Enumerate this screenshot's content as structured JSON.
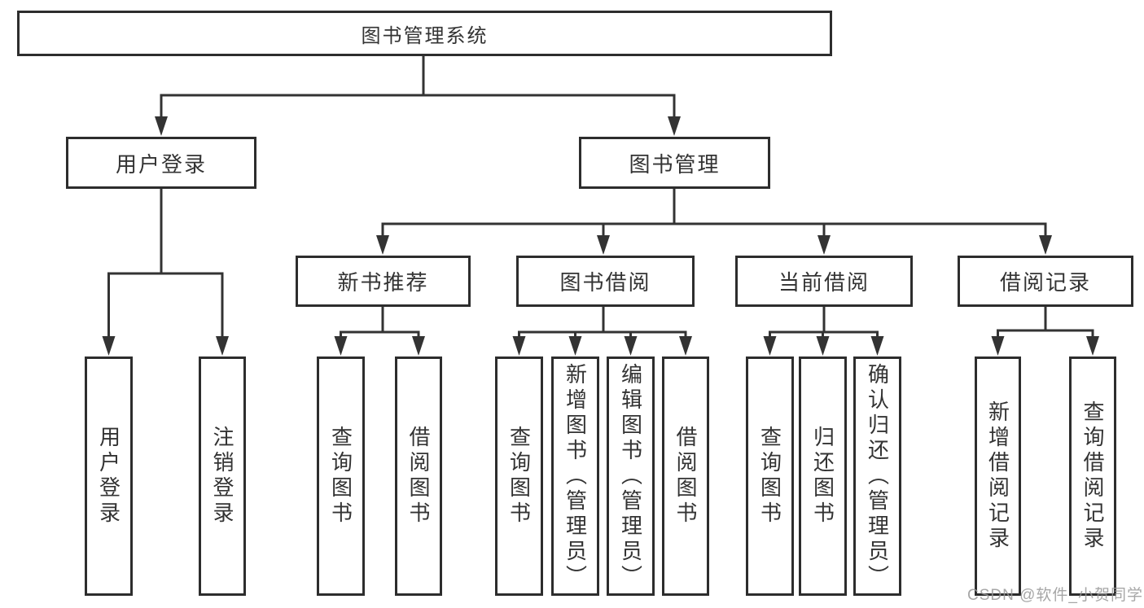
{
  "diagram_title": "图书管理系统",
  "nodes": {
    "root": {
      "label": "图书管理系统",
      "level": 1
    },
    "user_login": {
      "label": "用户登录",
      "level": 2
    },
    "book_mgmt": {
      "label": "图书管理",
      "level": 2
    },
    "new_book_rec": {
      "label": "新书推荐",
      "level": 3
    },
    "book_borrow": {
      "label": "图书借阅",
      "level": 3
    },
    "current_borrow": {
      "label": "当前借阅",
      "level": 3
    },
    "borrow_records": {
      "label": "借阅记录",
      "level": 3
    },
    "user_login_leaf": {
      "label": "用户登录",
      "level": 4
    },
    "logout_leaf": {
      "label": "注销登录",
      "level": 4
    },
    "rec_query": {
      "label": "查询图书",
      "level": 4
    },
    "rec_borrow": {
      "label": "借阅图书",
      "level": 4
    },
    "bb_query": {
      "label": "查询图书",
      "level": 4
    },
    "bb_add": {
      "label": "新增图书（管理员）",
      "level": 4
    },
    "bb_edit": {
      "label": "编辑图书（管理员）",
      "level": 4
    },
    "bb_borrow": {
      "label": "借阅图书",
      "level": 4
    },
    "cb_query": {
      "label": "查询图书",
      "level": 4
    },
    "cb_return": {
      "label": "归还图书",
      "level": 4
    },
    "cb_confirm": {
      "label": "确认归还（管理员）",
      "level": 4
    },
    "br_add": {
      "label": "新增借阅记录",
      "level": 4
    },
    "br_query": {
      "label": "查询借阅记录",
      "level": 4
    }
  },
  "hierarchy": {
    "图书管理系统": {
      "用户登录": [
        "用户登录",
        "注销登录"
      ],
      "图书管理": {
        "新书推荐": [
          "查询图书",
          "借阅图书"
        ],
        "图书借阅": [
          "查询图书",
          "新增图书（管理员）",
          "编辑图书（管理员）",
          "借阅图书"
        ],
        "当前借阅": [
          "查询图书",
          "归还图书",
          "确认归还（管理员）"
        ],
        "借阅记录": [
          "新增借阅记录",
          "查询借阅记录"
        ]
      }
    }
  },
  "watermark": {
    "text": "CSDN @软件_小贺同学",
    "color": "#969696"
  },
  "colors": {
    "line": "#333333",
    "box_border": "#2d2d2d",
    "box_fill": "#ffffff",
    "text": "#333333"
  }
}
